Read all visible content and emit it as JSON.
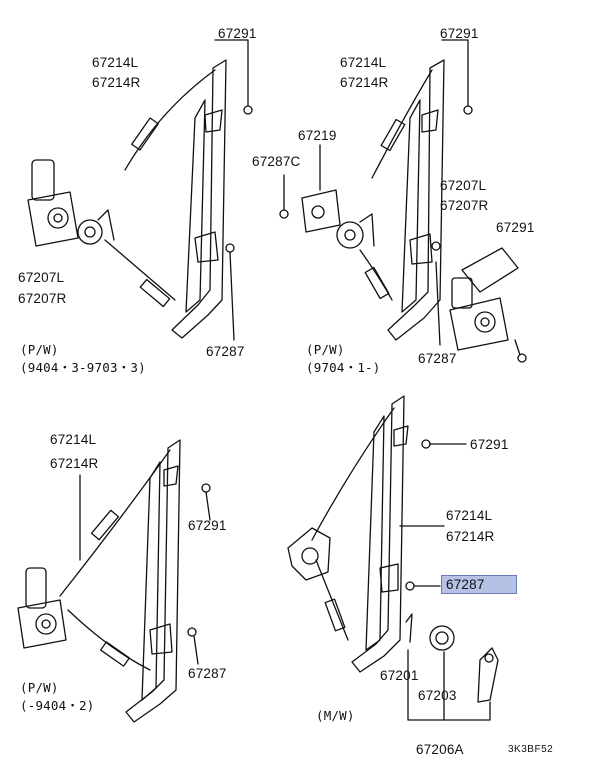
{
  "colors": {
    "line": "#111111",
    "highlight_fill": "#b6c1e6",
    "highlight_border": "#6b7bb5"
  },
  "labels": {
    "tl_67291": "67291",
    "tl_67214L": "67214L",
    "tl_67214R": "67214R",
    "tl_67207L": "67207L",
    "tl_67207R": "67207R",
    "tl_67287": "67287",
    "tl_variant_a": "(P/W)",
    "tl_variant_b": "(9404・3-9703・3)",
    "tr_67291a": "67291",
    "tr_67214L": "67214L",
    "tr_67214R": "67214R",
    "tr_67219": "67219",
    "tr_67287C": "67287C",
    "tr_67207L": "67207L",
    "tr_67207R": "67207R",
    "tr_67291b": "67291",
    "tr_67287": "67287",
    "tr_variant_a": "(P/W)",
    "tr_variant_b": "(9704・1-)",
    "bl_67214L": "67214L",
    "bl_67214R": "67214R",
    "bl_67291": "67291",
    "bl_67287": "67287",
    "bl_variant_a": "(P/W)",
    "bl_variant_b": "(-9404・2)",
    "br_67291": "67291",
    "br_67214L": "67214L",
    "br_67214R": "67214R",
    "br_67287": "67287",
    "br_67201": "67201",
    "br_67203": "67203",
    "br_67206A": "67206A",
    "br_variant": "(M/W)",
    "figure_code": "3K3BF52"
  }
}
